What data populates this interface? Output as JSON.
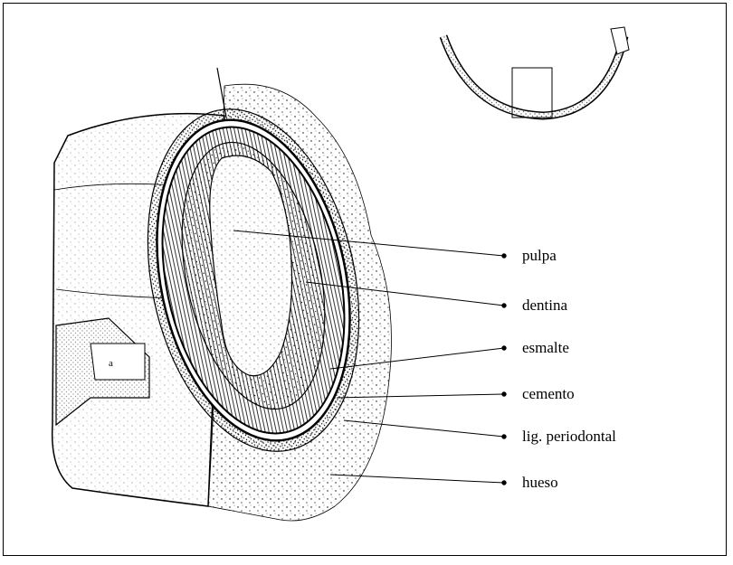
{
  "labels": {
    "pulpa": "pulpa",
    "dentina": "dentina",
    "esmalte": "esmalte",
    "cemento": "cemento",
    "ligamento": "lig. periodontal",
    "hueso": "hueso"
  },
  "inset_mark": "a"
}
